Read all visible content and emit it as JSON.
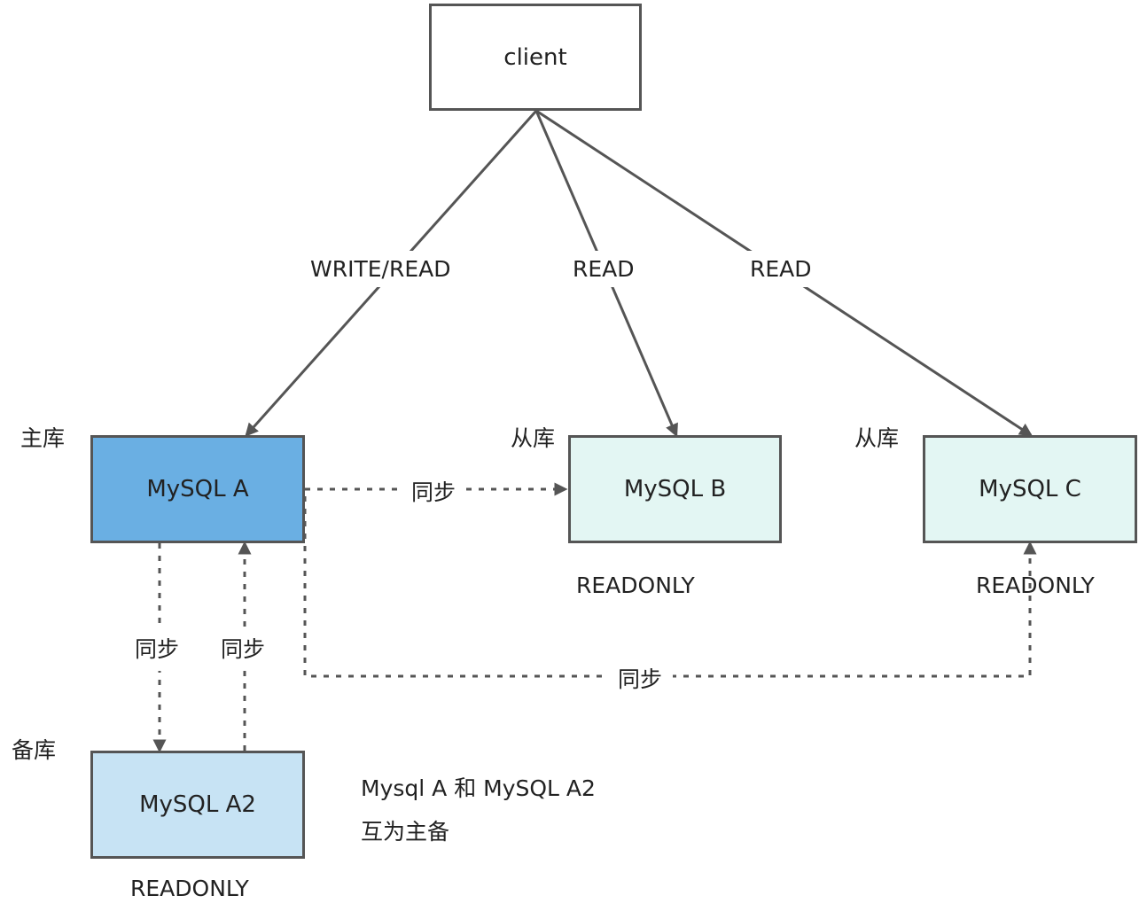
{
  "nodes": {
    "client": {
      "label": "client"
    },
    "mysql_a": {
      "label": "MySQL A",
      "role": "主库",
      "fill": "#6aafe3"
    },
    "mysql_b": {
      "label": "MySQL B",
      "role": "从库",
      "status": "READONLY",
      "fill": "#e3f6f3"
    },
    "mysql_c": {
      "label": "MySQL C",
      "role": "从库",
      "status": "READONLY",
      "fill": "#e3f6f3"
    },
    "mysql_a2": {
      "label": "MySQL A2",
      "role": "备库",
      "status": "READONLY",
      "fill": "#c7e3f4"
    }
  },
  "edges": {
    "client_to_a": "WRITE/READ",
    "client_to_b": "READ",
    "client_to_c": "READ",
    "sync_a_to_b": "同步",
    "sync_a_to_a2": "同步",
    "sync_a2_to_a": "同步",
    "sync_a_to_c": "同步"
  },
  "note": {
    "line1": "Mysql A 和 MySQL A2",
    "line2": "互为主备"
  },
  "colors": {
    "stroke": "#555555",
    "text": "#222222"
  }
}
